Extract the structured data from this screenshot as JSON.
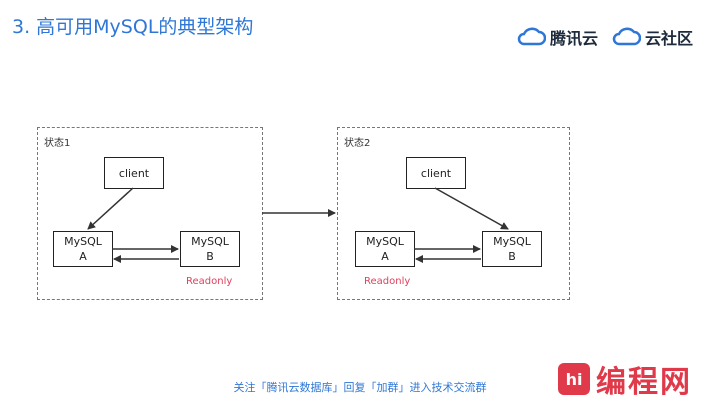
{
  "header": {
    "title": "3. 高可用MySQL的典型架构",
    "logo1_text": "腾讯云",
    "logo2_text": "云社区"
  },
  "states": [
    {
      "label": "状态1",
      "client": "client",
      "mysql_a": [
        "MySQL",
        "A"
      ],
      "mysql_b": [
        "MySQL",
        "B"
      ],
      "readonly": "Readonly"
    },
    {
      "label": "状态2",
      "client": "client",
      "mysql_a": [
        "MySQL",
        "A"
      ],
      "mysql_b": [
        "MySQL",
        "B"
      ],
      "readonly": "Readonly"
    }
  ],
  "footer": {
    "text": "关注「腾讯云数据库」回复「加群」进入技术交流群"
  },
  "watermark": {
    "icon_text": "hi",
    "text": "编程网"
  },
  "colors": {
    "title": "#2f77d6",
    "readonly": "#e0415c",
    "watermark": "#e03a4a"
  }
}
